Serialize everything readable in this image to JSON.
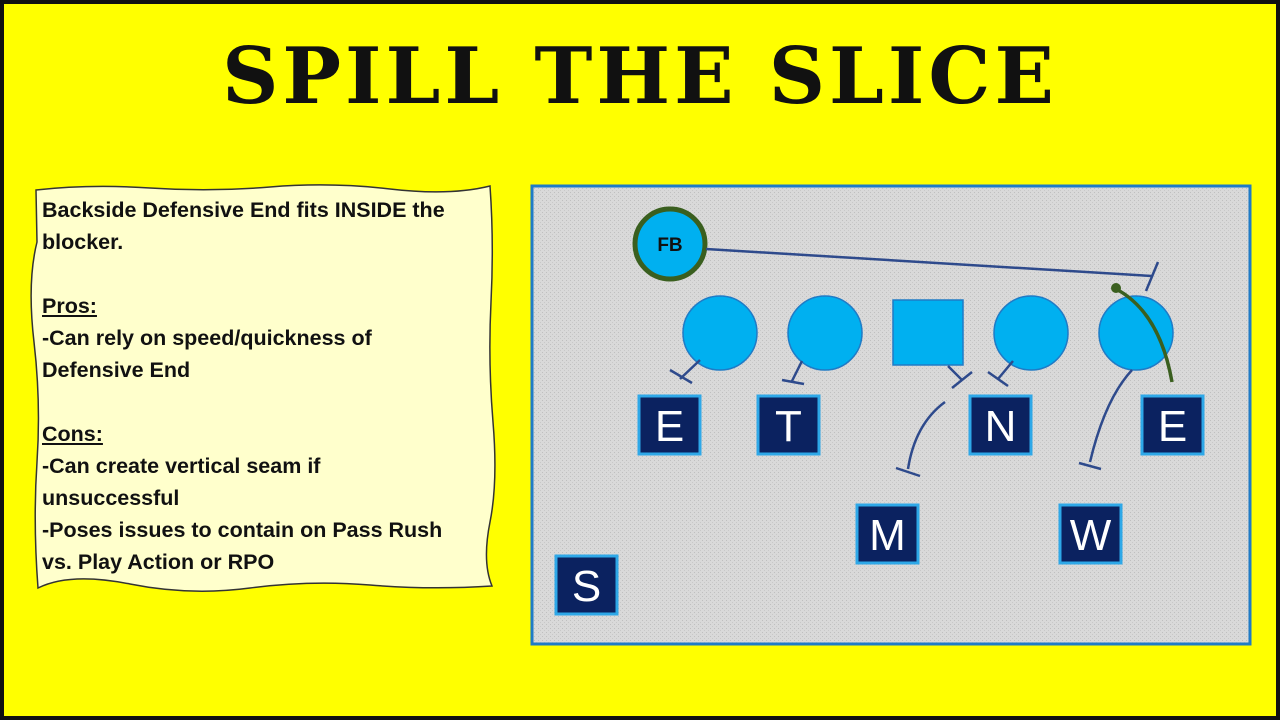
{
  "title": "Spill the Slice",
  "notes": {
    "description": [
      "Backside Defensive End fits INSIDE the",
      "blocker."
    ],
    "pros_heading": "Pros:",
    "pros": [
      "-Can rely on speed/quickness of",
      "Defensive End"
    ],
    "cons_heading": "Cons:",
    "cons": [
      "-Can create vertical seam if",
      "unsuccessful",
      "-Poses issues to contain on Pass Rush",
      "vs. Play Action or RPO"
    ]
  },
  "diagram": {
    "fullback_label": "FB",
    "defenders": {
      "end_left": "E",
      "tackle": "T",
      "nose": "N",
      "end_right": "E",
      "mike": "M",
      "will": "W",
      "safety": "S"
    }
  },
  "colors": {
    "background": "#FFFF00",
    "note_paper": "#FFFFCC",
    "field": "#D9D9D9",
    "field_border": "#1F7BC6",
    "offense_fill": "#00B0F0",
    "defender_fill": "#0B2260",
    "defender_border": "#2EA8E8",
    "block_line": "#2E4A8C",
    "slice_path": "#3A5F1F",
    "fullback_ring": "#3A5F1F"
  }
}
